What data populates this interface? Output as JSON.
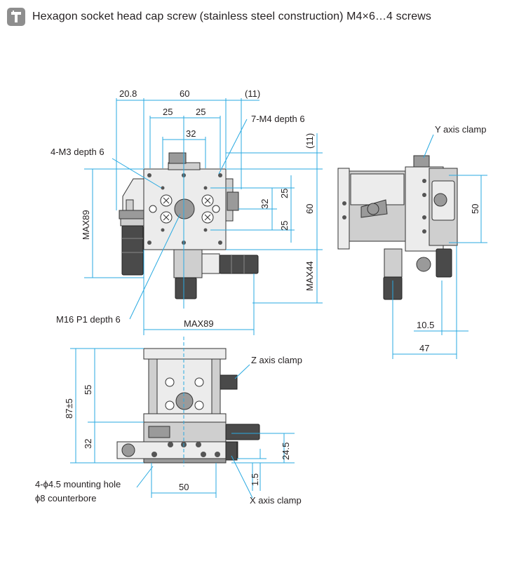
{
  "header": {
    "title": "Hexagon socket head cap screw (stainless steel construction) M4×6…4 screws",
    "icon": "screw-info-icon"
  },
  "top_view": {
    "dims": {
      "left_offset": "20.8",
      "width_60": "60",
      "right_11": "(11)",
      "spacing_25_a": "25",
      "spacing_25_b": "25",
      "spacing_32": "32",
      "right_v_11": "(11)",
      "v_32": "32",
      "v_25_a": "25",
      "v_25_b": "25",
      "v_60": "60",
      "max89_v": "MAX89",
      "max44": "MAX44",
      "max89_h": "MAX89"
    },
    "notes": {
      "m3": "4-M3 depth 6",
      "m4": "7-M4 depth 6",
      "m16": "M16 P1 depth 6"
    }
  },
  "side_view": {
    "notes": {
      "y_clamp": "Y axis clamp"
    },
    "dims": {
      "v_50": "50",
      "h_10_5": "10.5",
      "h_47": "47"
    }
  },
  "front_view": {
    "notes": {
      "z_clamp": "Z axis clamp",
      "x_clamp": "X axis clamp",
      "mounting_1": "4-ϕ4.5 mounting hole",
      "mounting_2": "ϕ8 counterbore"
    },
    "dims": {
      "v_55": "55",
      "v_87": "87±5",
      "v_32": "32",
      "v_24_5": "24.5",
      "v_1_5": "1.5",
      "h_50": "50"
    }
  },
  "colors": {
    "dimension": "#29aae1",
    "icon_bg": "#8e8e8e",
    "text": "#231f20"
  }
}
